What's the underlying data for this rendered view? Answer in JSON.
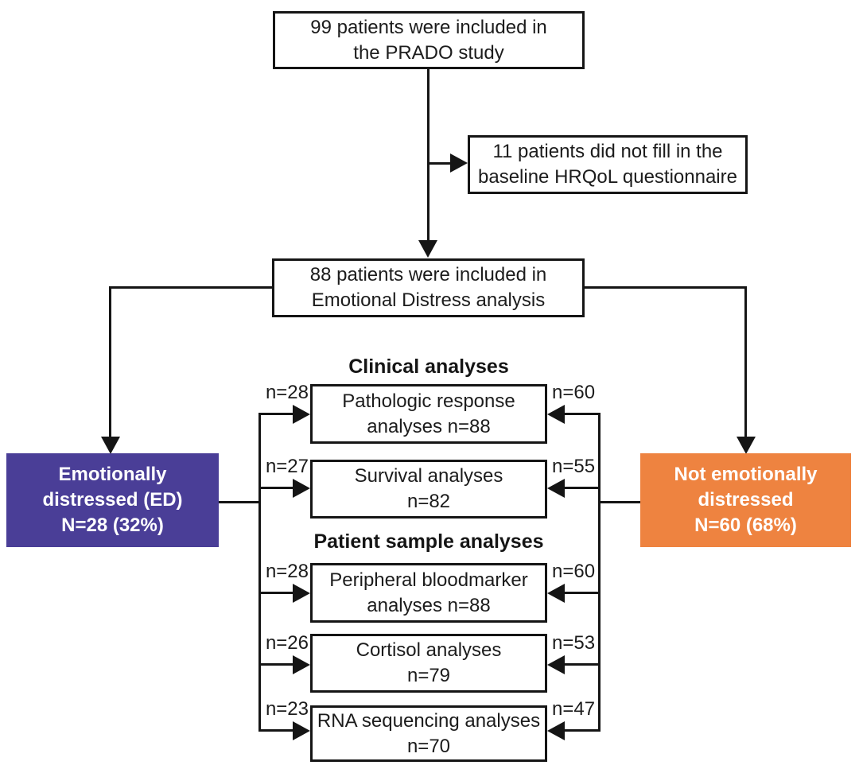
{
  "boxes": {
    "included": "99 patients were included in\nthe PRADO study",
    "excluded": "11 patients did not fill in the\nbaseline HRQoL questionnaire",
    "analyzed": "88 patients were included in\nEmotional Distress analysis",
    "ed": "Emotionally\ndistressed (ED)\nN=28 (32%)",
    "not_ed": "Not emotionally\ndistressed\nN=60 (68%)"
  },
  "section_headings": {
    "clinical": "Clinical analyses",
    "patient_sample": "Patient sample analyses"
  },
  "analyses": [
    {
      "name": "Pathologic response\nanalyses n=88",
      "left_n": "n=28",
      "right_n": "n=60"
    },
    {
      "name": "Survival analyses\nn=82",
      "left_n": "n=27",
      "right_n": "n=55"
    },
    {
      "name": "Peripheral bloodmarker\nanalyses n=88",
      "left_n": "n=28",
      "right_n": "n=60"
    },
    {
      "name": "Cortisol analyses\nn=79",
      "left_n": "n=26",
      "right_n": "n=53"
    },
    {
      "name": "RNA sequencing analyses\nn=70",
      "left_n": "n=23",
      "right_n": "n=47"
    }
  ],
  "colors": {
    "ed_box": "#4a3e97",
    "not_ed_box": "#ee8340",
    "line": "#151515"
  }
}
